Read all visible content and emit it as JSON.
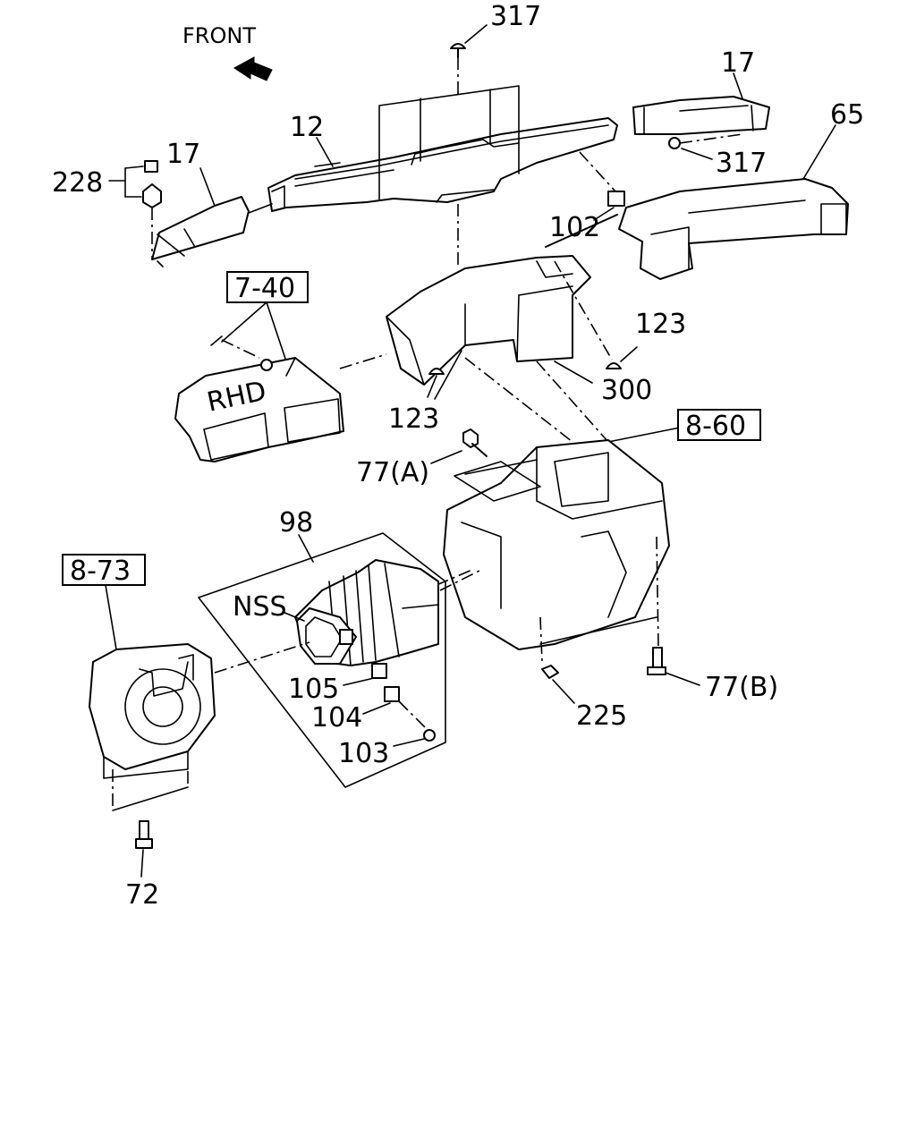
{
  "diagram": {
    "front_label": "FRONT",
    "callouts": {
      "c317_top": "317",
      "c17_right": "17",
      "c65": "65",
      "c12": "12",
      "c17_left": "17",
      "c228": "228",
      "c317_right": "317",
      "c102": "102",
      "c123_right": "123",
      "c123_left": "123",
      "c300": "300",
      "c77a": "77(A)",
      "c98": "98",
      "nss": "NSS",
      "c105": "105",
      "c104": "104",
      "c103": "103",
      "c225": "225",
      "c77b": "77(B)",
      "c72": "72"
    },
    "boxed_refs": {
      "r740": "7-40",
      "r860": "8-60",
      "r873": "8-73"
    },
    "rhd_mark": "RHD"
  }
}
